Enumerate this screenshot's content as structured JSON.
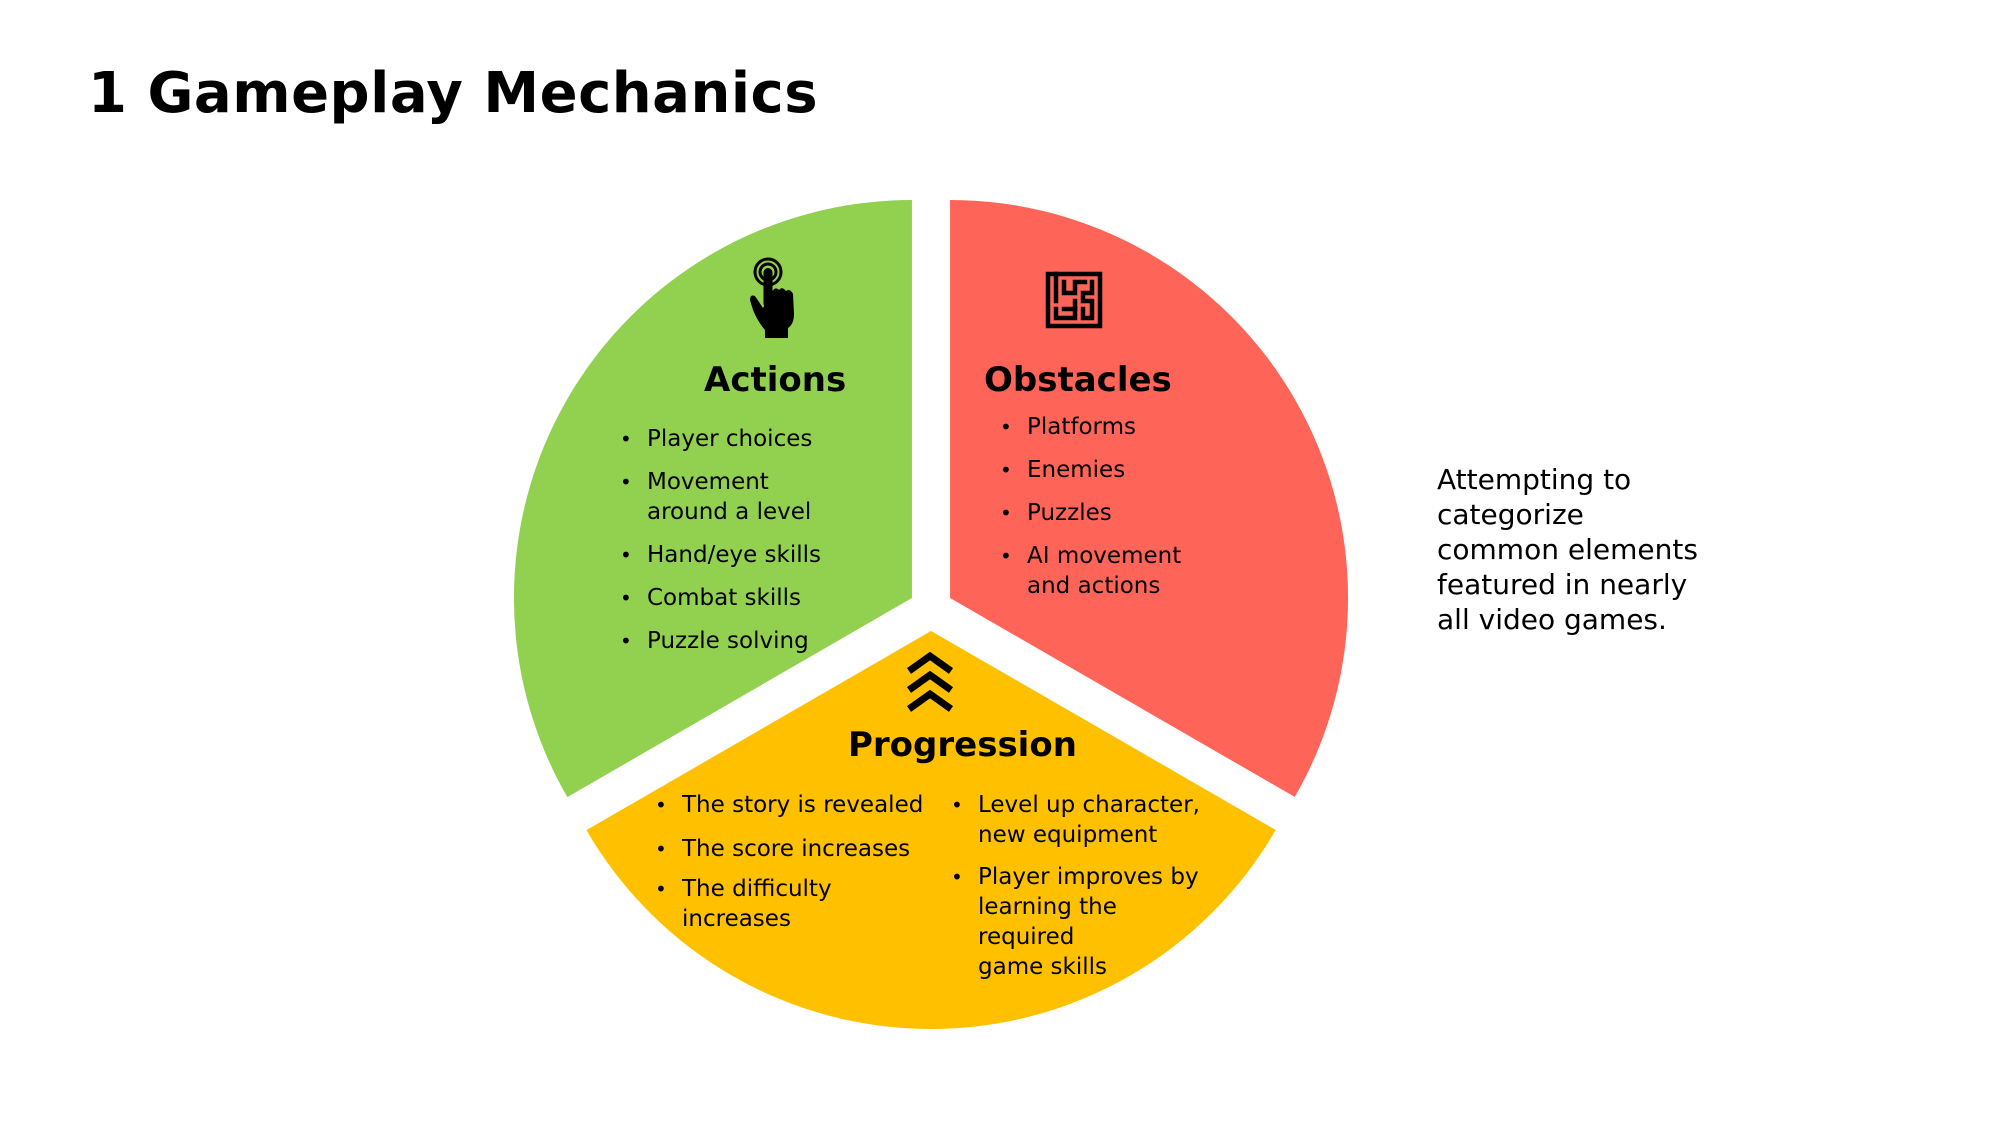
{
  "slide": {
    "title": "1 Gameplay Mechanics",
    "description": "Attempting to\ncategorize\ncommon elements\nfeatured in nearly\nall video games."
  },
  "diagram": {
    "type": "exploded-pie",
    "colors": {
      "actions": "#92D050",
      "obstacles": "#FF6459",
      "progression": "#FFC000"
    },
    "slices": [
      {
        "key": "obstacles",
        "fraction": 0.3333
      },
      {
        "key": "progression",
        "fraction": 0.3333
      },
      {
        "key": "actions",
        "fraction": 0.3334
      }
    ],
    "sections": {
      "actions": {
        "title": "Actions",
        "icon": "tap-hand-icon",
        "items": [
          "Player choices",
          "Movement\naround  a level",
          "Hand/eye skills",
          "Combat skills",
          "Puzzle solving"
        ]
      },
      "obstacles": {
        "title": "Obstacles",
        "icon": "maze-icon",
        "items": [
          "Platforms",
          "Enemies",
          "Puzzles",
          "AI movement\nand actions"
        ]
      },
      "progression": {
        "title": "Progression",
        "icon": "chevrons-up-icon",
        "items_left": [
          "The story is revealed",
          "The score increases",
          "The difficulty\nincreases"
        ],
        "items_right": [
          "Level up character,\nnew equipment",
          "Player improves by\nlearning the\nrequired\ngame skills"
        ]
      }
    }
  }
}
